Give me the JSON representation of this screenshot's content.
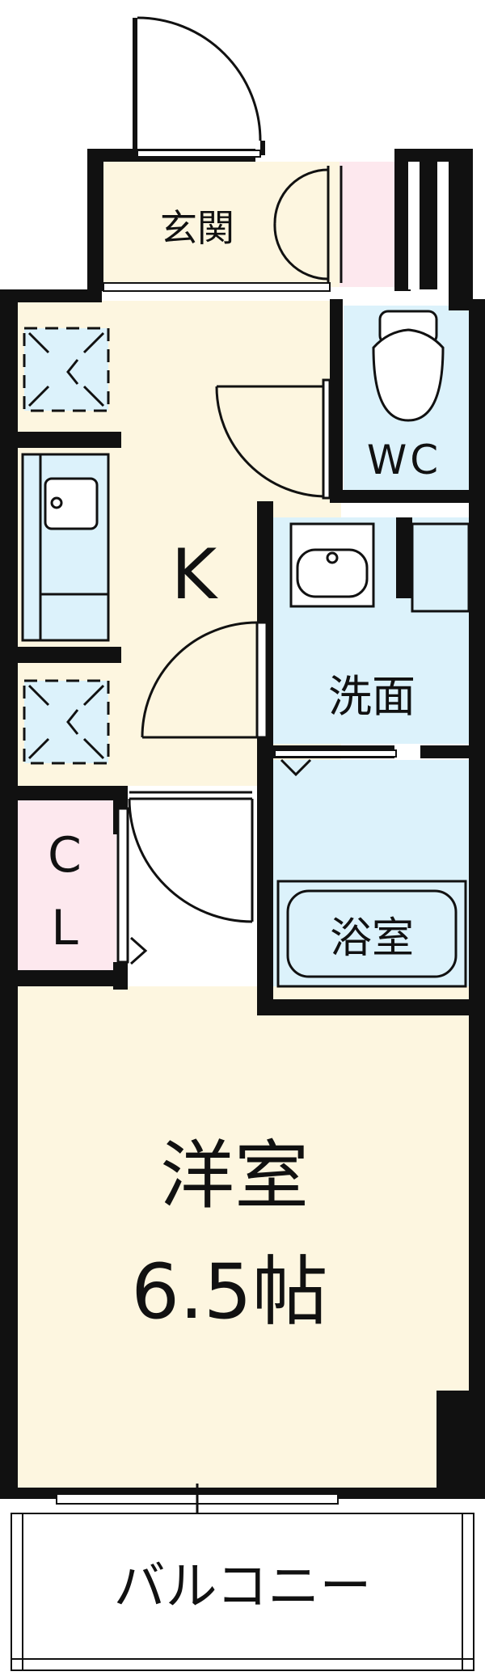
{
  "colors": {
    "cream": "#fdf6e0",
    "blue": "#dcf2fb",
    "pink": "#fde8ee",
    "wall": "#111111",
    "white": "#ffffff"
  },
  "rooms": {
    "entrance": "玄関",
    "wc": "WC",
    "kitchen": "K",
    "washroom": "洗面",
    "bath": "浴室",
    "closet_top": "C",
    "closet_bottom": "L",
    "western_room": "洋室",
    "western_size": "6.5帖",
    "balcony": "バルコニー"
  }
}
